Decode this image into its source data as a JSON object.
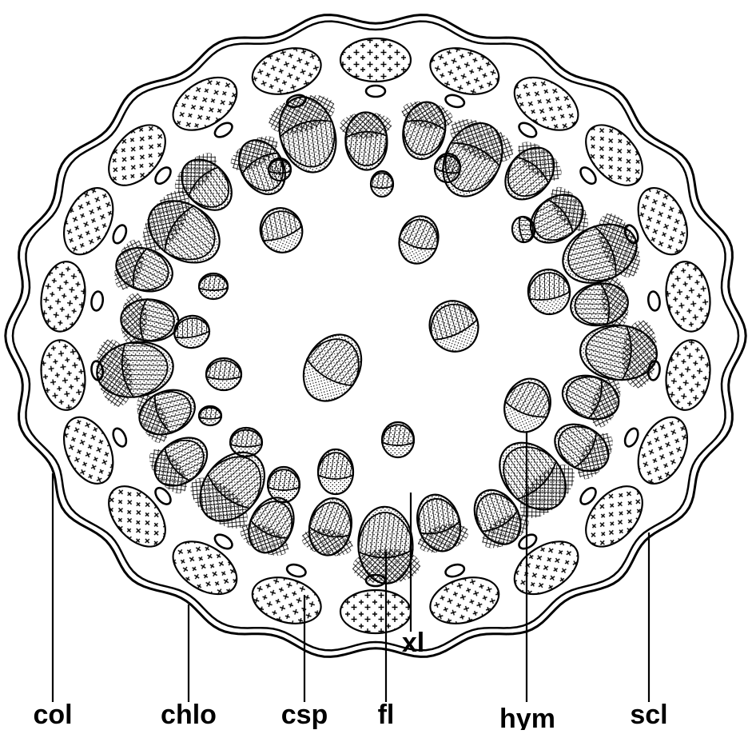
{
  "diagram": {
    "labels": {
      "col": "col",
      "chlo": "chlo",
      "csp": "csp",
      "fl": "fl",
      "xl": "xl",
      "hym": "hym",
      "scl": "scl"
    },
    "colors": {
      "ink": "#000000",
      "background": "#ffffff"
    }
  }
}
